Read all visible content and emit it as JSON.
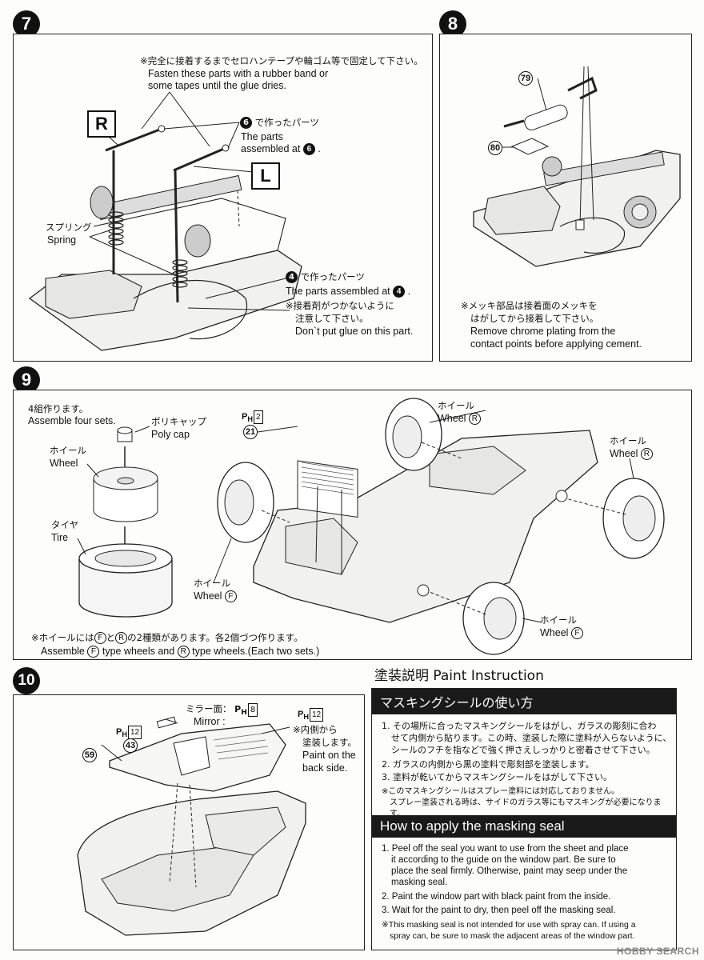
{
  "step7": {
    "number": "7",
    "note_jp": "※完全に接着するまでセロハンテープや輪ゴム等で固定して下さい。",
    "note_en_1": "Fasten these parts with a rubber band or",
    "note_en_2": "some tapes until the glue dries.",
    "label_r": "R",
    "label_l": "L",
    "parts6_jp": "で作ったパーツ",
    "parts6_num": "6",
    "parts6_en_1": "The parts",
    "parts6_en_2": "assembled at",
    "parts6_en_end": ".",
    "spring_jp": "スプリング",
    "spring_en": "Spring",
    "parts4_num": "4",
    "parts4_jp": "で作ったパーツ",
    "parts4_en": "The parts assembled at",
    "parts4_en_end": ".",
    "glue_jp_1": "※接着剤がつかないように",
    "glue_jp_2": "注意して下さい。",
    "glue_en": "Don`t put glue on this part."
  },
  "step8": {
    "number": "8",
    "part79": "79",
    "part80": "80",
    "note_jp_1": "※メッキ部品は接着面のメッキを",
    "note_jp_2": "はがしてから接着して下さい。",
    "note_en_1": "Remove chrome plating from the",
    "note_en_2": "contact points before applying cement."
  },
  "step9": {
    "number": "9",
    "sets_jp": "4組作ります。",
    "sets_en": "Assemble four sets.",
    "polycap_jp": "ポリキャップ",
    "polycap_en": "Poly cap",
    "wheel_jp": "ホイール",
    "wheel_en": "Wheel",
    "tire_jp": "タイヤ",
    "tire_en": "Tire",
    "ph_prefix": "P",
    "ph_sub": "H",
    "ph_num": "2",
    "part21": "21",
    "wheel_r": "R",
    "wheel_f": "F",
    "note_jp_a": "※ホイールには",
    "note_jp_b": "と",
    "note_jp_c": "の2種類があります。各2個づつ作ります。",
    "note_en_a": "Assemble",
    "note_en_b": "type wheels and",
    "note_en_c": "type wheels.(Each two sets.)"
  },
  "step10": {
    "number": "10",
    "mirror_jp": "ミラー面：",
    "mirror_en": "Mirror :",
    "ph8": "8",
    "ph12a": "12",
    "ph12b": "12",
    "part43": "43",
    "part59": "59",
    "inside_jp_1": "※内側から",
    "inside_jp_2": "塗装します。",
    "inside_en_1": "Paint on the",
    "inside_en_2": "back side."
  },
  "paint": {
    "heading": "塗装説明 Paint Instruction",
    "banner_jp": "マスキングシールの使い方",
    "jp_1a": "1. その場所に合ったマスキングシールをはがし、ガラスの彫刻に合わ",
    "jp_1b": "せて内側から貼ります。この時、塗装した際に塗料が入らないように、",
    "jp_1c": "シールのフチを指などで強く押さえしっかりと密着させて下さい。",
    "jp_2": "2. ガラスの内側から黒の塗料で彫刻部を塗装します。",
    "jp_3": "3. 塗料が乾いてからマスキングシールをはがして下さい。",
    "jp_note_1": "※このマスキングシールはスプレー塗料には対応しておりません。",
    "jp_note_2": "スプレー塗装される時は、サイドのガラス等にもマスキングが必要になります。",
    "banner_en": "How to apply the masking seal",
    "en_1a": "1. Peel off the seal you want to use from the sheet and place",
    "en_1b": "it according to the guide on the window part. Be sure to",
    "en_1c": "place the seal firmly. Otherwise, paint may seep under the",
    "en_1d": "masking seal.",
    "en_2": "2. Paint the window part with black paint from the inside.",
    "en_3": "3. Wait for the paint to dry, then peel off the masking seal.",
    "en_note_1": "※This masking seal is not intended for use with spray can. If using a",
    "en_note_2": "spray can, be sure to mask the adjacent areas of the window part."
  },
  "watermark": "HOBBY SEARCH"
}
